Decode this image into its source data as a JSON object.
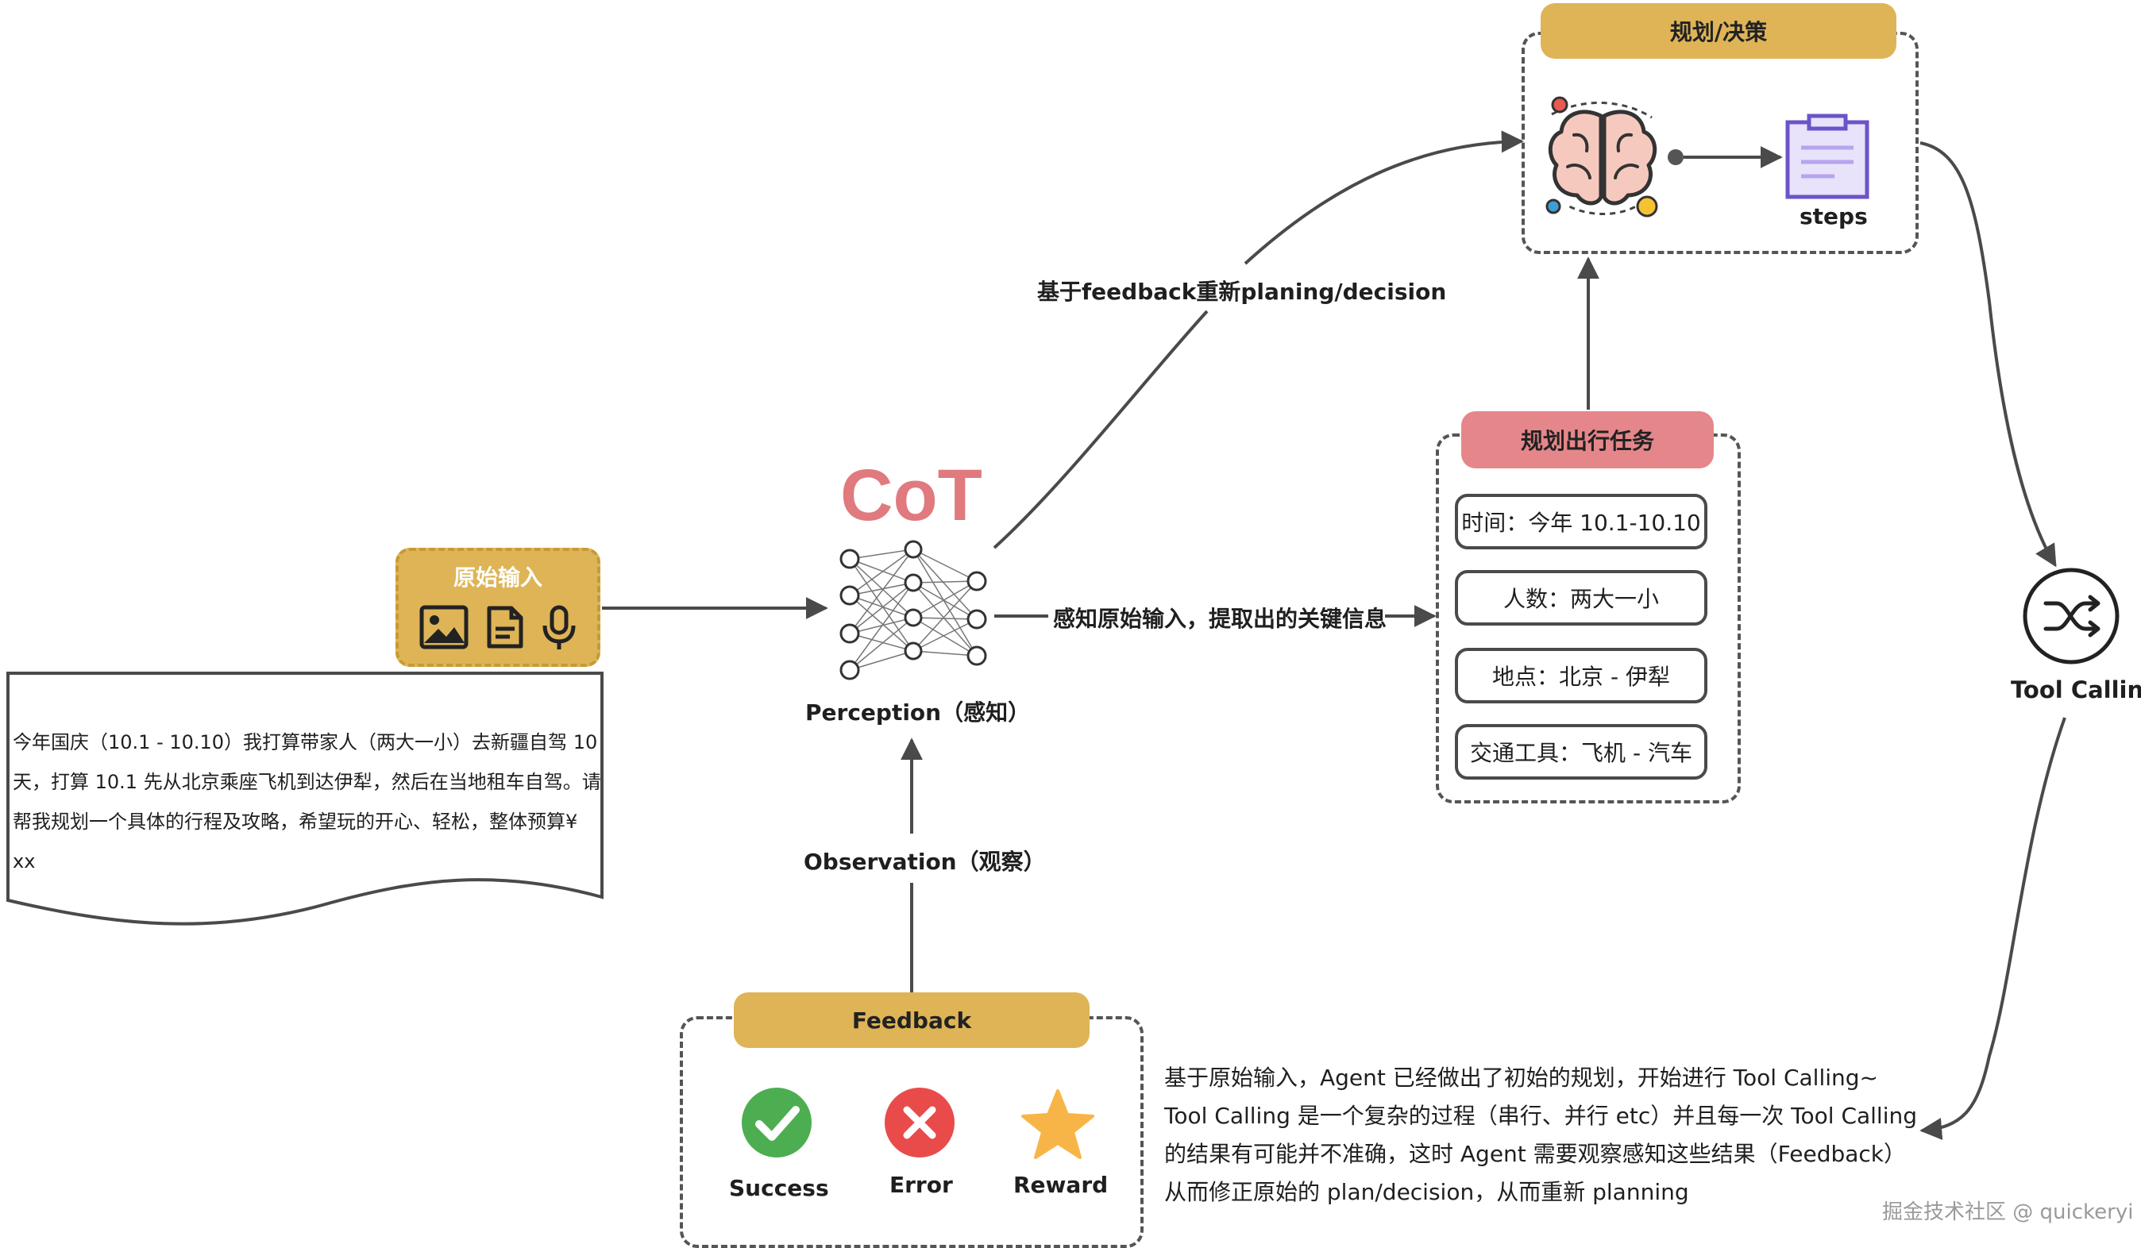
{
  "input": {
    "title": "原始输入",
    "text_lines": [
      "今年国庆（10.1 - 10.10）我打算带家人（两大一小）去新疆自驾 10",
      "天，打算 10.1 先从北京乘座飞机到达伊犁，然后在当地租车自驾。请",
      "帮我规划一个具体的行程及攻略，希望玩的开心、轻松，整体预算¥",
      "xx"
    ],
    "icons": [
      "image-icon",
      "document-icon",
      "microphone-icon"
    ]
  },
  "cot": {
    "title": "CoT",
    "perception_label": "Perception（感知）"
  },
  "edges": {
    "replan": "基于feedback重新planing/decision",
    "perceive": "感知原始输入，提取出的关键信息",
    "observation": "Observation（观察）"
  },
  "planning": {
    "title": "规划/决策",
    "steps_label": "steps"
  },
  "task": {
    "title": "规划出行任务",
    "items": [
      "时间：今年 10.1-10.10",
      "人数：两大一小",
      "地点：北京 - 伊犁",
      "交通工具：飞机 - 汽车"
    ]
  },
  "tool": {
    "label": "Tool Calling"
  },
  "feedback": {
    "title": "Feedback",
    "success": "Success",
    "error": "Error",
    "reward": "Reward"
  },
  "description": {
    "lines": [
      "基于原始输入，Agent 已经做出了初始的规划，开始进行 Tool Calling~",
      "Tool Calling 是一个复杂的过程（串行、并行 etc）并且每一次 Tool Calling",
      "的结果有可能并不准确，这时 Agent 需要观察感知这些结果（Feedback）",
      "从而修正原始的 plan/decision，从而重新 planning"
    ]
  },
  "watermark": "掘金技术社区 @ quickeryi",
  "colors": {
    "gold": "#deb457",
    "task_red": "#e5878a",
    "cot_red": "#e07a7e",
    "success_green": "#4cae50",
    "error_red": "#e94b4b",
    "star_orange": "#f8b547",
    "steps_purple": "#6b54c8"
  }
}
